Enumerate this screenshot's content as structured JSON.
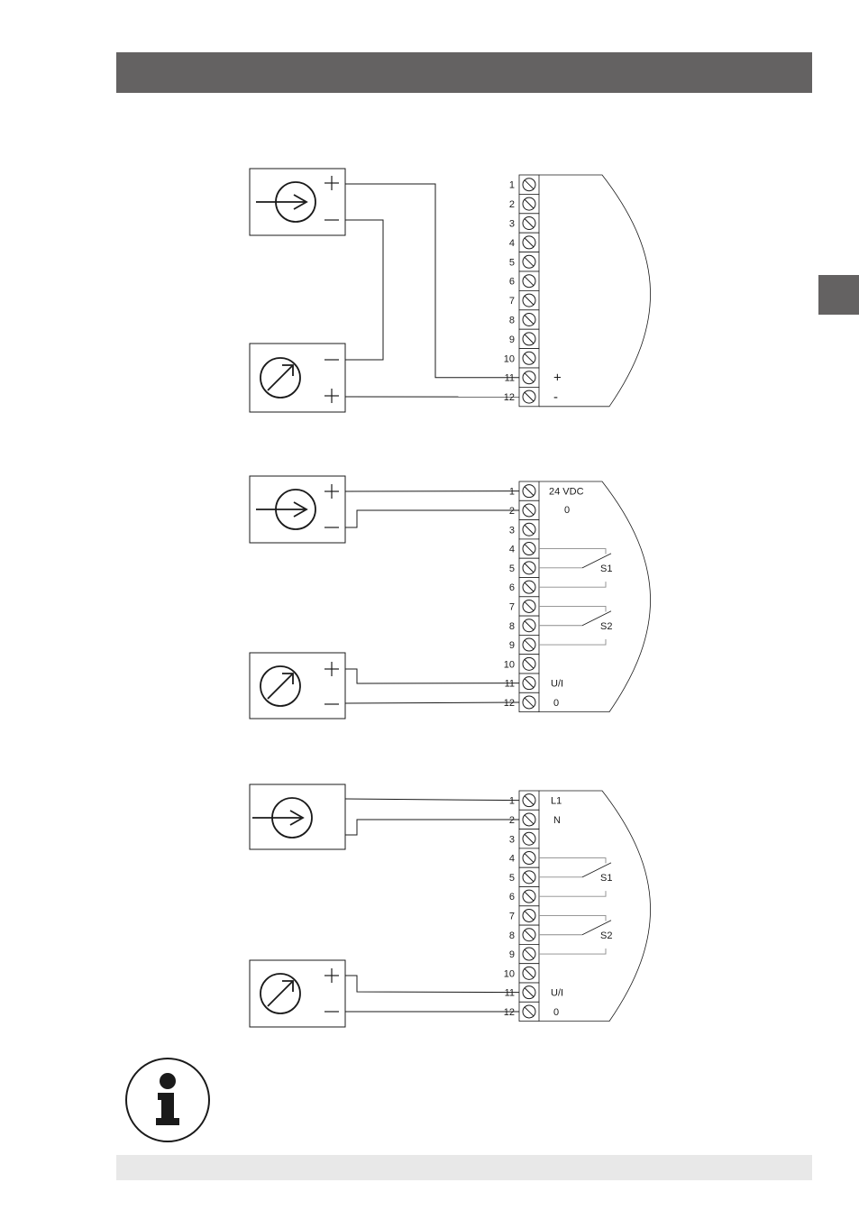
{
  "colors": {
    "header": "#646262",
    "footer": "#e8e8e8",
    "line": "#1a1a1a",
    "relay": "#8a8a8a"
  },
  "terminal_numbers": [
    "1",
    "2",
    "3",
    "4",
    "5",
    "6",
    "7",
    "8",
    "9",
    "10",
    "11",
    "12"
  ],
  "diagram1": {
    "plus_label": "+",
    "minus_label": "-"
  },
  "diagram2": {
    "supply_label": "24 VDC",
    "supply_zero_label": "0",
    "s1_label": "S1",
    "s2_label": "S2",
    "output_label": "U/I",
    "output_zero_label": "0"
  },
  "diagram3": {
    "line_label": "L1",
    "neutral_label": "N",
    "s1_label": "S1",
    "s2_label": "S2",
    "output_label": "U/I",
    "output_zero_label": "0"
  },
  "icons": [
    "current-source-icon",
    "meter-icon",
    "terminal-screw-icon",
    "info-icon"
  ]
}
